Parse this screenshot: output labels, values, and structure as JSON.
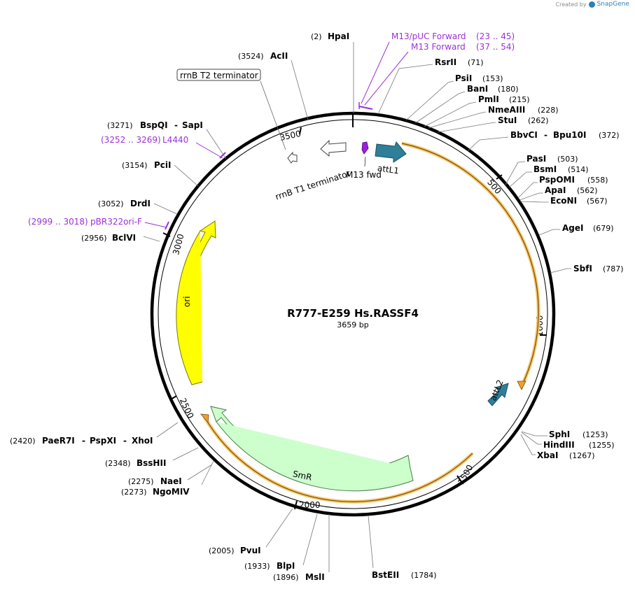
{
  "credit": {
    "prefix": "Created by",
    "brand": "SnapGene"
  },
  "plasmid": {
    "name": "R777-E259 Hs.RASSF4",
    "length_label": "3659 bp",
    "length": 3659
  },
  "ticks": [
    "500",
    "1000",
    "1500",
    "2000",
    "2500",
    "3000",
    "3500"
  ],
  "enzymes": [
    {
      "name": "HpaI",
      "pos": "(2)"
    },
    {
      "name": "RsrII",
      "pos": "(71)"
    },
    {
      "name": "PsiI",
      "pos": "(153)"
    },
    {
      "name": "BanI",
      "pos": "(180)"
    },
    {
      "name": "PmlI",
      "pos": "(215)"
    },
    {
      "name": "NmeAIII",
      "pos": "(228)"
    },
    {
      "name": "StuI",
      "pos": "(262)"
    },
    {
      "name": "BbvCI",
      "name2": "Bpu10I",
      "pos": "(372)"
    },
    {
      "name": "PasI",
      "pos": "(503)"
    },
    {
      "name": "BsmI",
      "pos": "(514)"
    },
    {
      "name": "PspOMI",
      "pos": "(558)"
    },
    {
      "name": "ApaI",
      "pos": "(562)"
    },
    {
      "name": "EcoNI",
      "pos": "(567)"
    },
    {
      "name": "AgeI",
      "pos": "(679)"
    },
    {
      "name": "SbfI",
      "pos": "(787)"
    },
    {
      "name": "SphI",
      "pos": "(1253)"
    },
    {
      "name": "HindIII",
      "pos": "(1255)"
    },
    {
      "name": "XbaI",
      "pos": "(1267)"
    },
    {
      "name": "BstEII",
      "pos": "(1784)"
    },
    {
      "name": "MslI",
      "pos": "(1896)"
    },
    {
      "name": "BlpI",
      "pos": "(1933)"
    },
    {
      "name": "PvuI",
      "pos": "(2005)"
    },
    {
      "name": "NgoMIV",
      "pos": "(2273)"
    },
    {
      "name": "NaeI",
      "pos": "(2275)"
    },
    {
      "name": "BssHII",
      "pos": "(2348)"
    },
    {
      "name": "PaeR7I",
      "name2": "PspXI",
      "name3": "XhoI",
      "pos": "(2420)"
    },
    {
      "name": "BclVI",
      "pos": "(2956)"
    },
    {
      "name": "DrdI",
      "pos": "(3052)"
    },
    {
      "name": "PciI",
      "pos": "(3154)"
    },
    {
      "name": "BspQI",
      "name2": "SapI",
      "pos": "(3271)"
    },
    {
      "name": "AcII",
      "pos": "(3524)"
    }
  ],
  "primers": [
    {
      "name": "M13/pUC Forward",
      "range": "(23 .. 45)"
    },
    {
      "name": "M13 Forward",
      "range": "(37 .. 54)"
    },
    {
      "name": "L4440",
      "range": "(3252 .. 3269)"
    },
    {
      "name": "pBR322ori-F",
      "range": "(2999 .. 3018)"
    }
  ],
  "features": [
    {
      "name": "attL1",
      "color": "#2f7f99"
    },
    {
      "name": "attL2",
      "color": "#2f7f99"
    },
    {
      "name": "M13 fwd",
      "color": "#9b1fe0"
    },
    {
      "name": "ori",
      "color": "#ffff00"
    },
    {
      "name": "SmR",
      "color": "#ccffcc"
    },
    {
      "name": "rrnB T1 terminator",
      "color": "#ffffff"
    },
    {
      "name": "rrnB T2 terminator",
      "color": "#ffffff"
    }
  ],
  "colors": {
    "orf": "#f0a030",
    "primer": "#9b30d9",
    "backbone": "#000000"
  }
}
